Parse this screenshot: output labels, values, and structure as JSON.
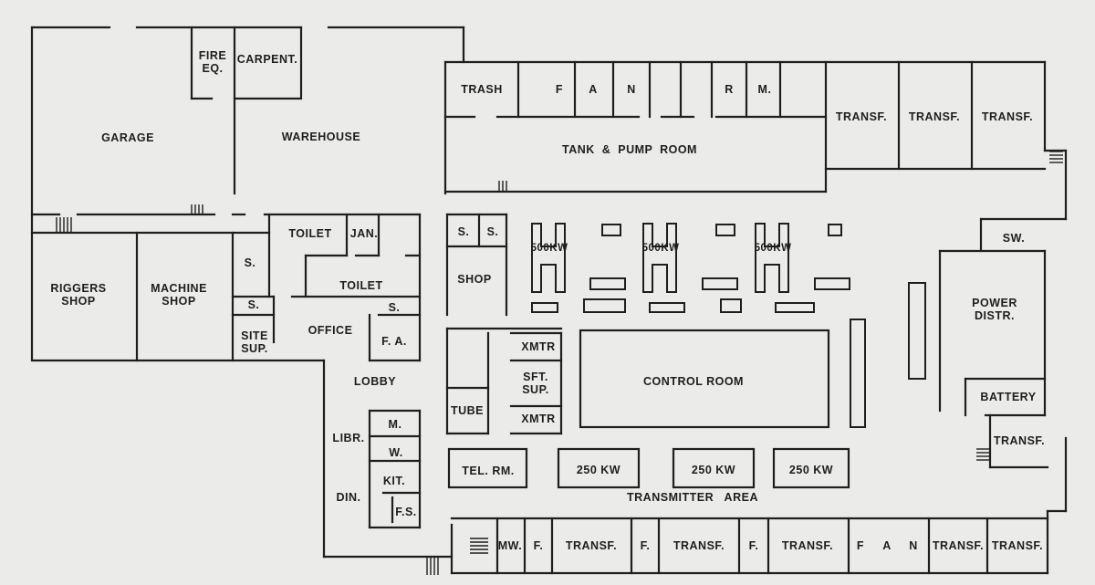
{
  "plan": {
    "garage": "GARAGE",
    "fire_eq": "FIRE\nEQ.",
    "carpentry": "CARPENT.",
    "warehouse": "WAREHOUSE",
    "riggers_shop": "RIGGERS\nSHOP",
    "machine_shop": "MACHINE\nSHOP",
    "toilet_upper": "TOILET",
    "janitor": "JAN.",
    "toilet_lower": "TOILET",
    "storage_a": "S.",
    "storage_b": "S.",
    "storage_c": "S.",
    "site_sup": "SITE\nSUP.",
    "office": "OFFICE",
    "first_aid": "F. A.",
    "lobby": "LOBBY",
    "library": "LIBR.",
    "mens": "M.",
    "womens": "W.",
    "kitchen": "KIT.",
    "dining": "DIN.",
    "food_storage": "F.S.",
    "trash": "TRASH",
    "fan_f": "F",
    "fan_a": "A",
    "fan_n": "N",
    "rm_r": "R",
    "rm_m": "M.",
    "transf_top_1": "TRANSF.",
    "transf_top_2": "TRANSF.",
    "transf_top_3": "TRANSF.",
    "tank_pump_room": "TANK  &  PUMP  ROOM",
    "shop_s1": "S.",
    "shop_s2": "S.",
    "shop": "SHOP",
    "gen_1": "500KW",
    "gen_2": "500KW",
    "gen_3": "500KW",
    "switch": "SW.",
    "power_distr": "POWER\nDISTR.",
    "xmtr_1": "XMTR",
    "sft_sup": "SFT.\nSUP.",
    "xmtr_2": "XMTR",
    "control_room": "CONTROL ROOM",
    "tube": "TUBE",
    "battery": "BATTERY",
    "transf_right": "TRANSF.",
    "tel_rm": "TEL. RM.",
    "tx_1": "250 KW",
    "tx_2": "250 KW",
    "tx_3": "250 KW",
    "transmitter_area": "TRANSMITTER   AREA",
    "bottom_mw": "MW.",
    "bottom_f1": "F.",
    "bottom_transf_1": "TRANSF.",
    "bottom_f2": "F.",
    "bottom_transf_2": "TRANSF.",
    "bottom_f3": "F.",
    "bottom_transf_3": "TRANSF.",
    "bottom_fan_f": "F",
    "bottom_fan_a": "A",
    "bottom_fan_n": "N",
    "bottom_transf_4": "TRANSF.",
    "bottom_transf_5": "TRANSF."
  }
}
